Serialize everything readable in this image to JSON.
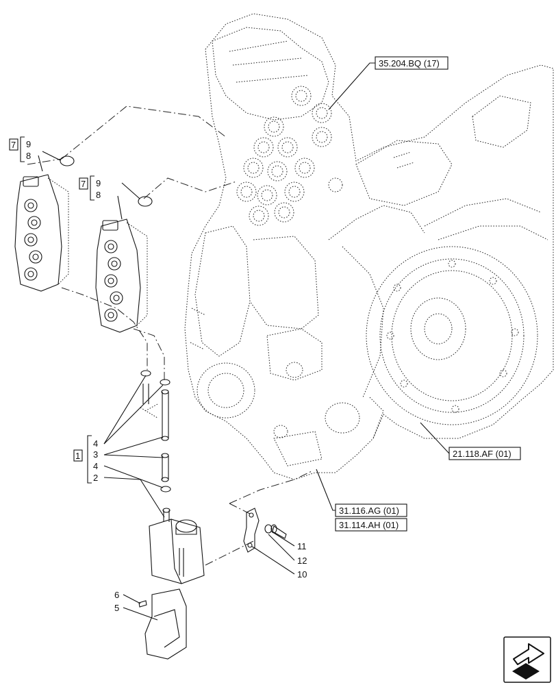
{
  "references": {
    "r1": "35.204.BQ (17)",
    "r2": "21.118.AF (01)",
    "r3": "31.116.AG (01)",
    "r4": "31.114.AH (01)"
  },
  "callouts": {
    "group_a": "7",
    "group_a_item9": "9",
    "group_a_item8": "8",
    "group_b": "7",
    "group_b_item9": "9",
    "group_b_item8": "8",
    "group_c": "1",
    "c_item4a": "4",
    "c_item3": "3",
    "c_item4b": "4",
    "c_item2": "2",
    "item11": "11",
    "item12": "12",
    "item10": "10",
    "item6": "6",
    "item5": "5"
  },
  "icons": {
    "nav": "arrow-navigation-icon"
  }
}
